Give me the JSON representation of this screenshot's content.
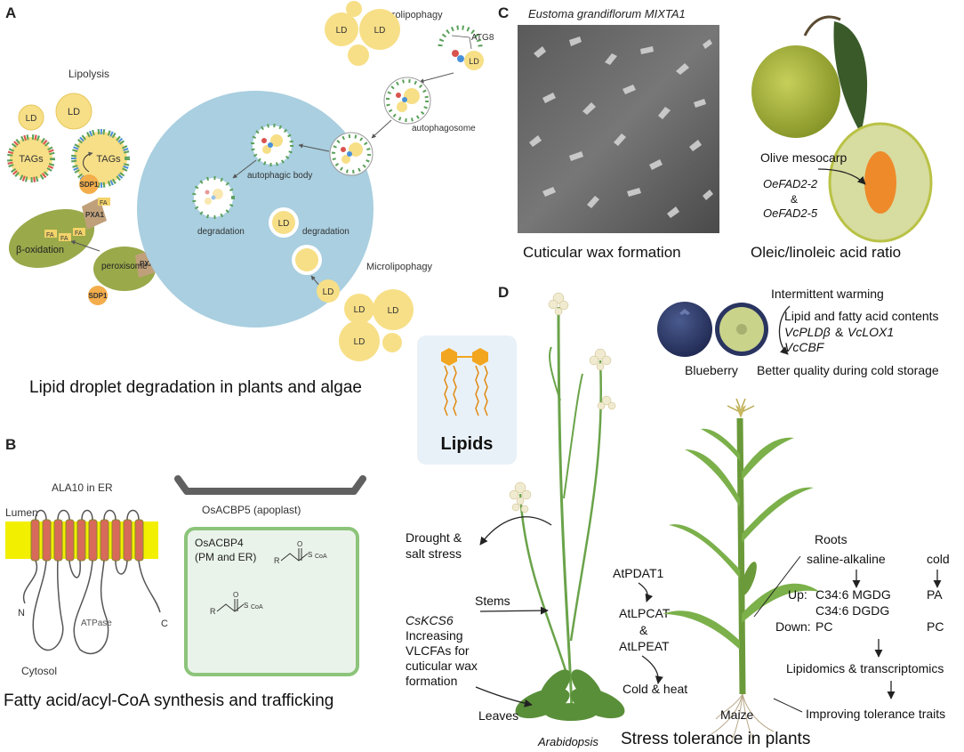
{
  "colors": {
    "ld": "#f7df87",
    "ld_stroke": "#e6c75c",
    "cell": "#a9cfe0",
    "peroxisome": "#9aa94a",
    "sdp1": "#f3ad4a",
    "pxa1": "#c0a07a",
    "vacuole": "#9ec8d8",
    "membrane": "#f2ef00",
    "olive": "#b9c245",
    "lipid_head": "#f2a51e",
    "blueberry": "#2e3a6a",
    "leaf": "#6aa34a"
  },
  "panels": {
    "a": {
      "letter": "A",
      "caption": "Lipid droplet degradation in plants and algae",
      "lipolysis": "Lipolysis",
      "ld": "LD",
      "tags": "TAGs",
      "sdp1": "SDP1",
      "pxa1": "PXA1",
      "fa": "FA",
      "beta_oxidation": "β-oxidation",
      "peroxisome": "peroxisome",
      "macrolipophagy": "Macrolipophagy",
      "atg8": "ATG8",
      "autophagosome": "autophagosome",
      "autophagic_body": "autophagic body",
      "degradation": "degradation",
      "microlipophagy": "Microlipophagy"
    },
    "b": {
      "letter": "B",
      "caption": "Fatty acid/acyl-CoA synthesis and trafficking",
      "ala10": "ALA10 in ER",
      "lumen": "Lumen",
      "cytosol": "Cytosol",
      "atpase": "ATPase",
      "n_term": "N",
      "c_term": "C",
      "osacbp5": "OsACBP5 (apoplast)",
      "osacbp4": "OsACBP4",
      "osacbp4_loc": "(PM and ER)",
      "r": "R",
      "o": "O",
      "s": "S",
      "coa": "CoA"
    },
    "c": {
      "letter": "C",
      "title": "Eustoma grandiflorum MIXTA1",
      "caption_left": "Cuticular wax formation",
      "caption_right": "Oleic/linoleic acid ratio",
      "olive_mesocarp": "Olive mesocarp",
      "oefad2_2": "OeFAD2-2",
      "amp": "&",
      "oefad2_5": "OeFAD2-5"
    },
    "d": {
      "letter": "D",
      "lipids": "Lipids",
      "intermittent": "Intermittent warming",
      "lipid_contents": "Lipid and fatty acid contents",
      "vcpld": "VcPLDβ",
      "amp": "&",
      "vclox1": "VcLOX1",
      "vccbf": "VcCBF",
      "blueberry": "Blueberry",
      "better_quality": "Better quality during cold storage",
      "drought": "Drought &",
      "salt": "salt stress",
      "stems": "Stems",
      "cskcs6": "CsKCS6",
      "increasing": "Increasing",
      "vlcfas": "VLCFAs for",
      "cuticular": "cuticular wax",
      "formation": "formation",
      "leaves": "Leaves",
      "atpdat1": "AtPDAT1",
      "atlpcat": "AtLPCAT",
      "atlpeat": "AtLPEAT",
      "cold_heat": "Cold & heat",
      "arabidopsis": "Arabidopsis",
      "roots": "Roots",
      "saline": "saline-alkaline",
      "cold": "cold",
      "up": "Up:",
      "mgdg": "C34:6 MGDG",
      "dgdg": "C34:6 DGDG",
      "down": "Down:",
      "pc": "PC",
      "pa": "PA",
      "lipidomics": "Lipidomics & transcriptomics",
      "improving": "Improving tolerance traits",
      "maize": "Maize",
      "caption": "Stress tolerance in plants"
    }
  }
}
